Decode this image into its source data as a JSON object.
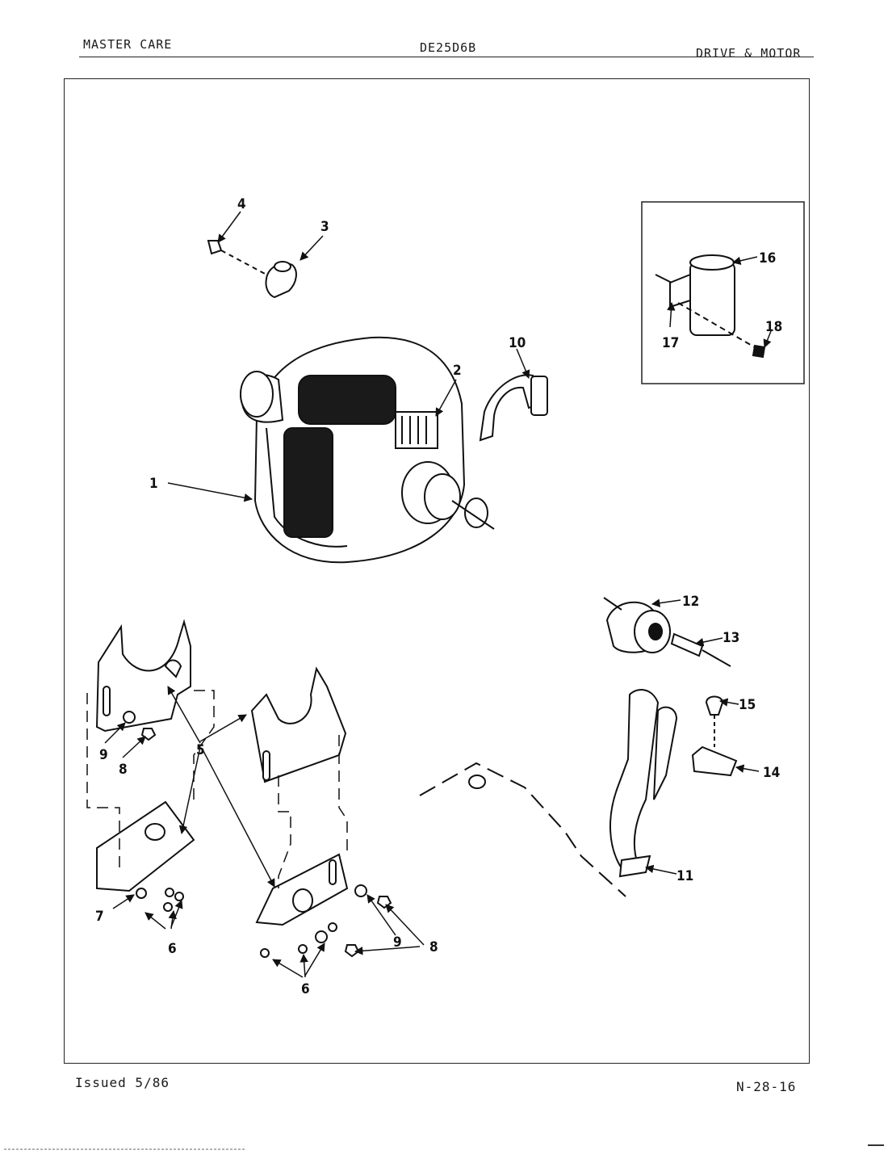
{
  "header": {
    "left": "MASTER CARE",
    "center": "DE25D6B",
    "right": "DRIVE & MOTOR"
  },
  "footer": {
    "left": "Issued 5/86",
    "right": "N-28-16"
  },
  "callouts": {
    "c1": "1",
    "c2": "2",
    "c3": "3",
    "c4": "4",
    "c5": "5",
    "c6a": "6",
    "c6b": "6",
    "c7": "7",
    "c8a": "8",
    "c8b": "8",
    "c9a": "9",
    "c9b": "9",
    "c10": "10",
    "c11": "11",
    "c12": "12",
    "c13": "13",
    "c14": "14",
    "c15": "15",
    "c16": "16",
    "c17": "17",
    "c18": "18"
  }
}
